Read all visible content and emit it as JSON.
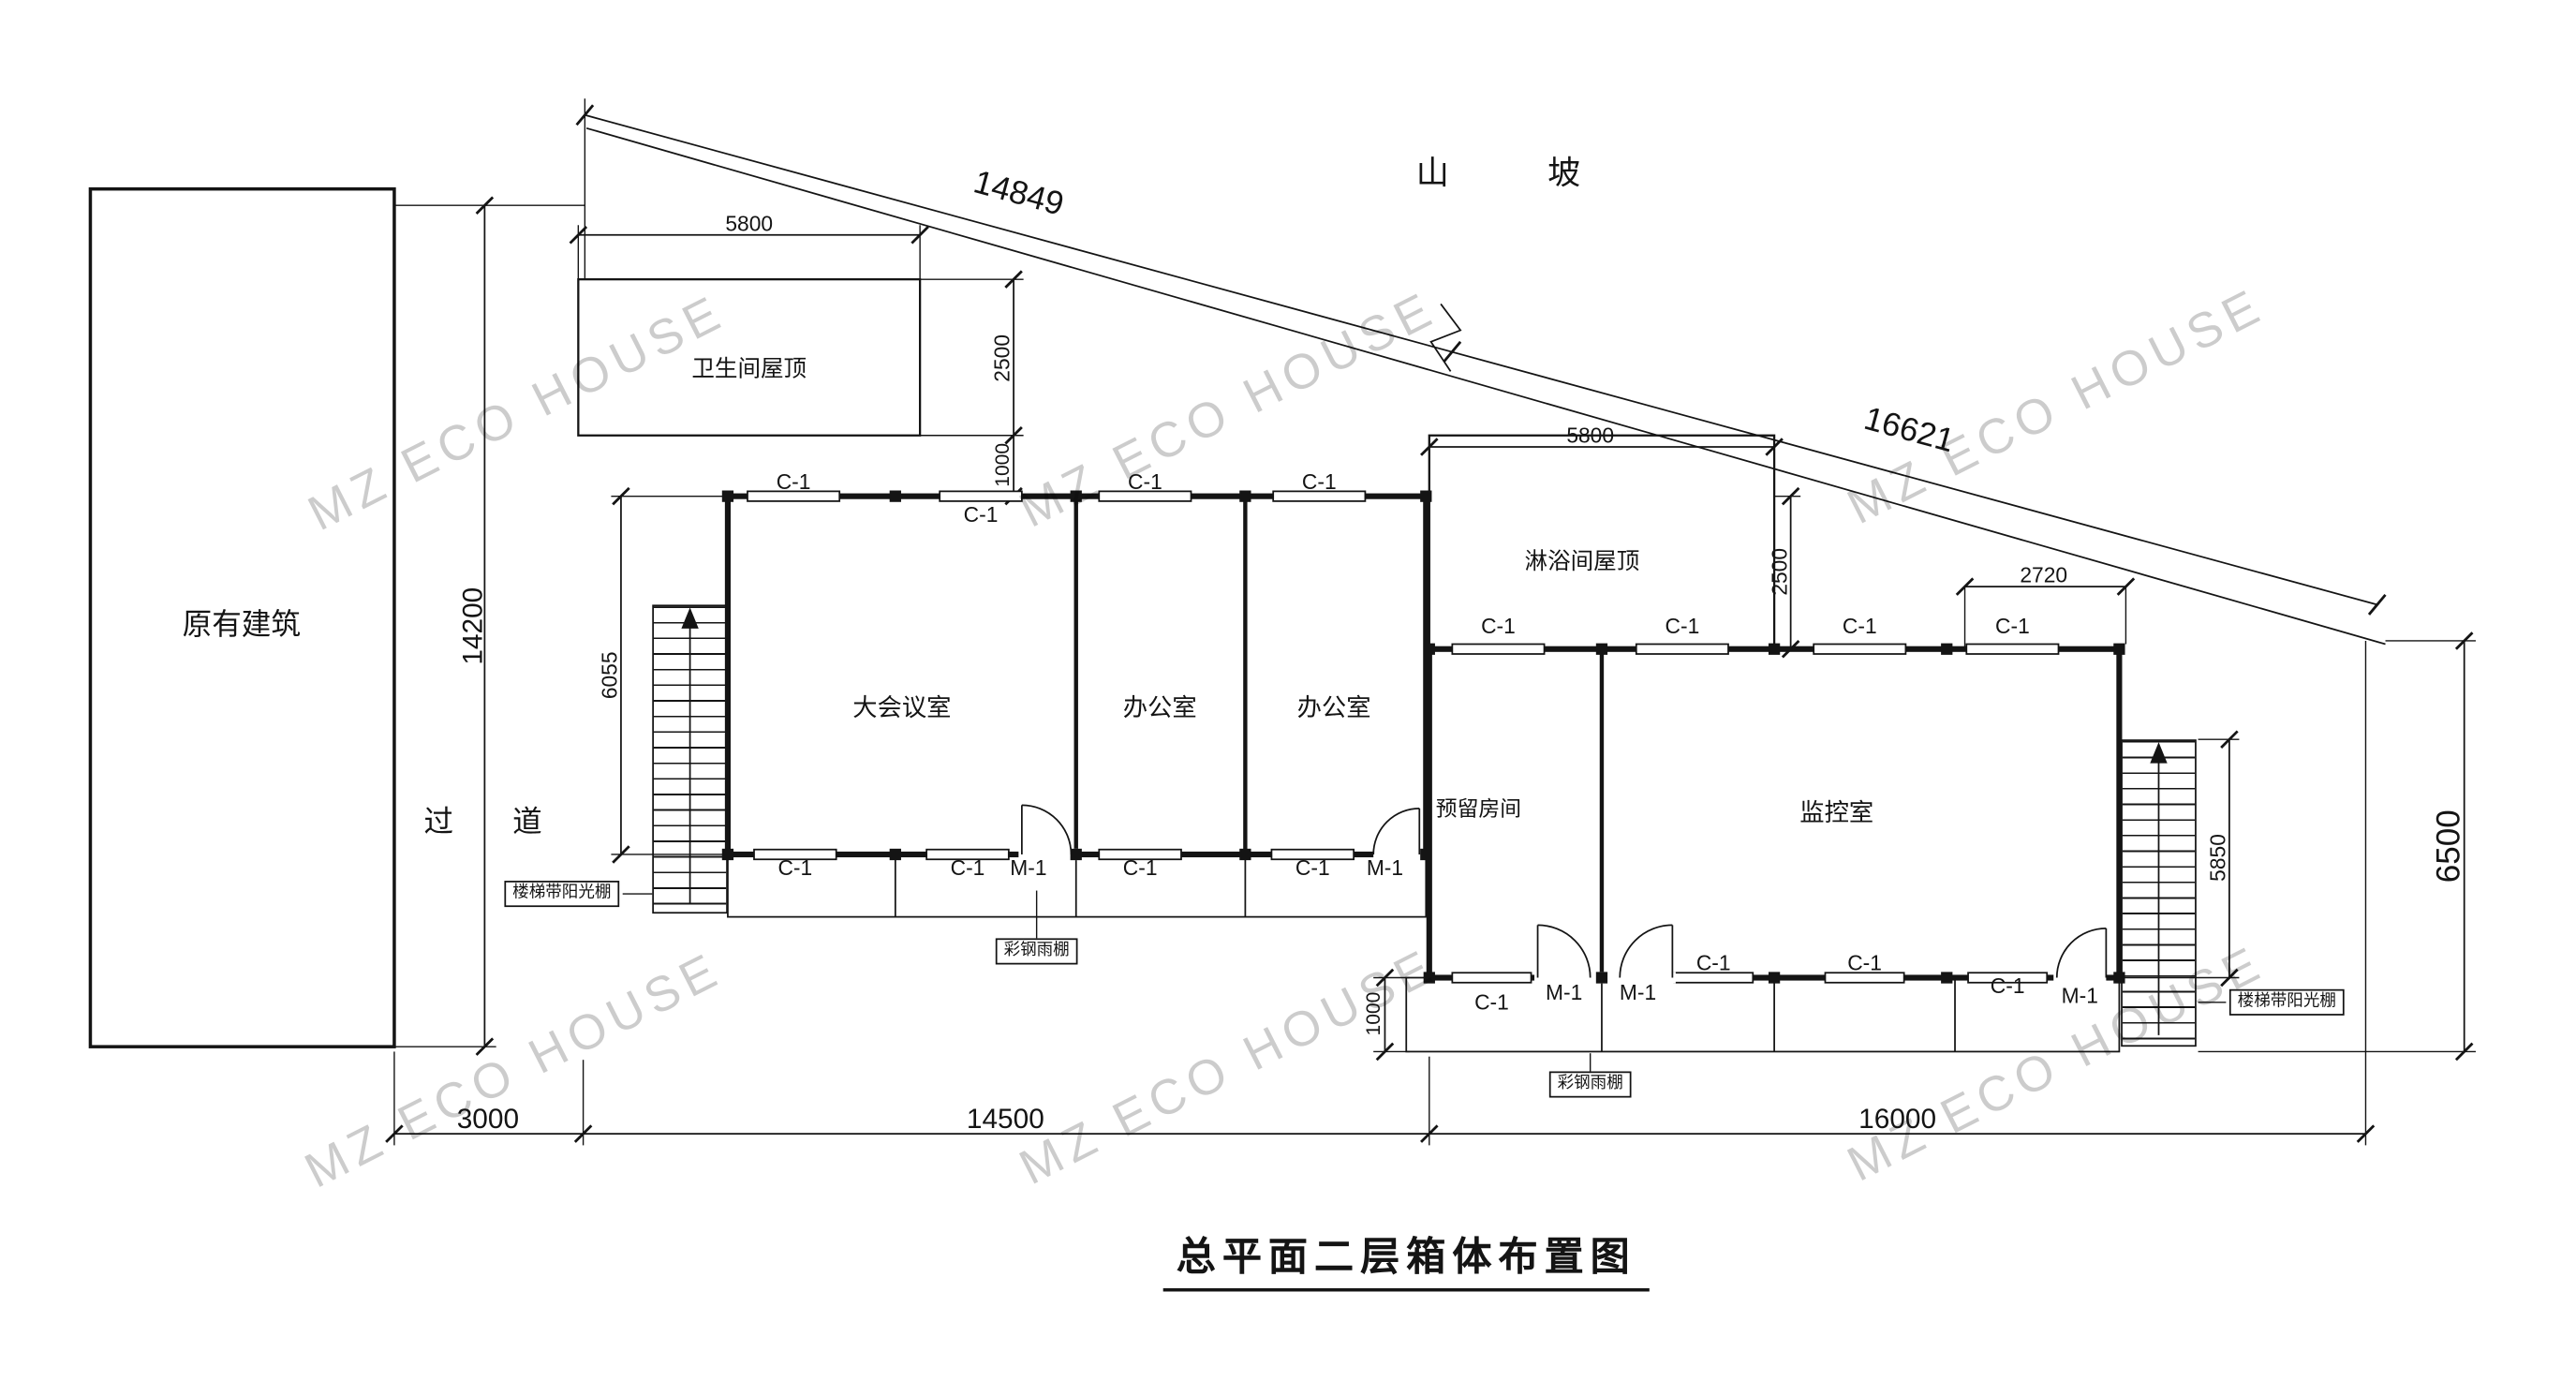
{
  "title": "总平面二层箱体布置图",
  "watermark": "MZ ECO HOUSE",
  "colors": {
    "line": "#141414",
    "background": "#ffffff",
    "watermark": "rgba(0,0,0,0.20)"
  },
  "labels": {
    "hillside": "山　　　坡",
    "existing_building": "原有建筑",
    "corridor": "过　　道",
    "toilet_roof": "卫生间屋顶",
    "shower_roof": "淋浴间屋顶",
    "meeting_room": "大会议室",
    "office": "办公室",
    "reserved_room": "预留房间",
    "monitor_room": "监控室",
    "stair_canopy": "楼梯带阳光棚",
    "steel_canopy": "彩钢雨棚"
  },
  "marks": {
    "window": "C-1",
    "door": "M-1"
  },
  "dims": {
    "slope_left": "14849",
    "slope_right": "16621",
    "toilet_w": "5800",
    "toilet_h": "2500",
    "gap_1000": "1000",
    "site_h": "14200",
    "block_h": "6055",
    "shower_w": "5800",
    "shower_h": "2500",
    "monitor_w": "2720",
    "monitor_h": "5850",
    "right_h": "6500",
    "canopy_h": "1000",
    "bottom_a": "3000",
    "bottom_b": "14500",
    "bottom_c": "16000"
  }
}
